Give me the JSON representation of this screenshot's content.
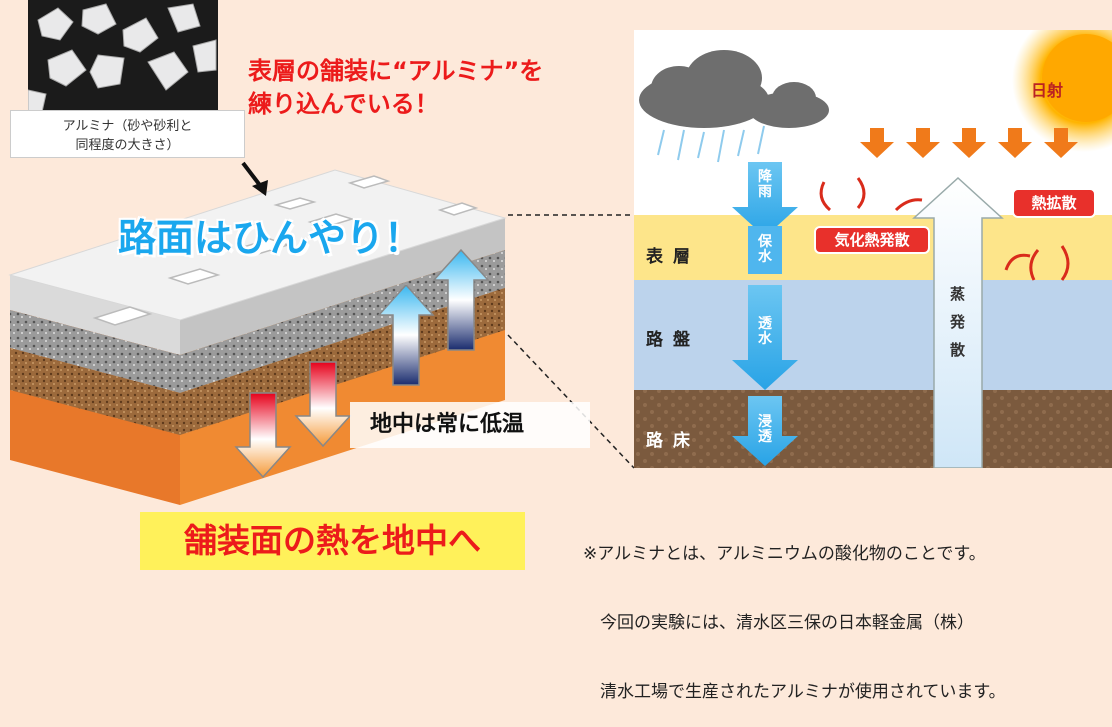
{
  "photo_caption": "アルミナ（砂や砂利と\n同程度の大きさ）",
  "headline_lines": [
    "表層の舗装に“アルミナ”を",
    "練り込んでいる！"
  ],
  "cool_text": "路面はひんやり！",
  "underground_text": "地中は常に低温",
  "heat_banner": "舗装面の熱を地中へ",
  "note_lines": [
    "※アルミナとは、アルミニウムの酸化物のことです。",
    "　今回の実験には、清水区三保の日本軽金属（株）",
    "　清水工場で生産されたアルミナが使用されています。"
  ],
  "cross_section": {
    "sun_label": "日射",
    "rain_label": "降\n雨",
    "evap_heat_label": "気化熱発散",
    "heat_diffusion_label": "熱拡散",
    "evaporation_label": "蒸\n発\n散",
    "layers": [
      {
        "name": "表層",
        "flow": "保\n水",
        "color": "#fde58a"
      },
      {
        "name": "路盤",
        "flow": "透\n水",
        "color": "#bcd3ec"
      },
      {
        "name": "路床",
        "flow": "浸\n透",
        "color": "#7b5a3e"
      }
    ]
  },
  "colors": {
    "accent_red": "#ec1b1b",
    "title_blue": "#1aa7ee",
    "banner_yellow": "#fff15a",
    "badge_red": "#e8302b"
  }
}
